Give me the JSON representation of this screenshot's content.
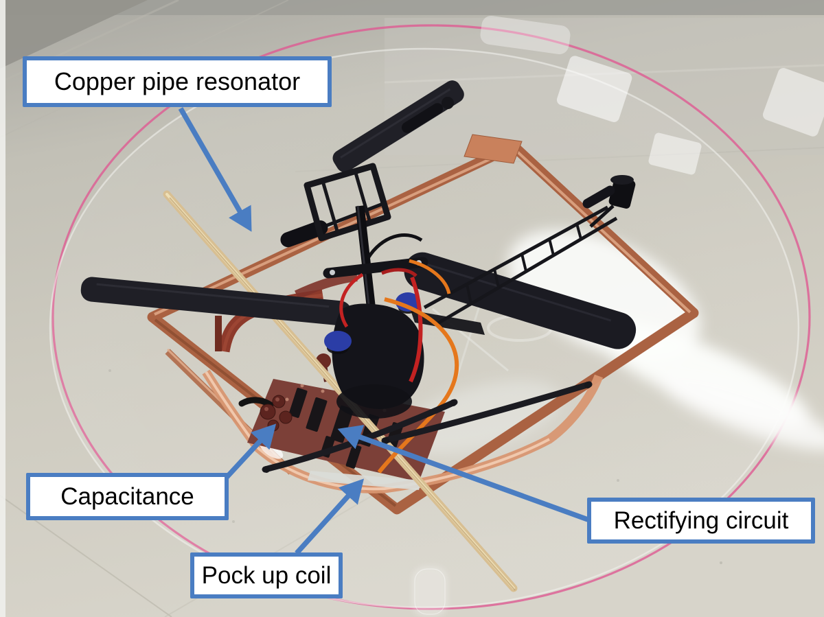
{
  "figure_labels": {
    "resonator": "Copper pipe resonator",
    "capacitance": "Capacitance",
    "pickup_coil": "Pock up coil",
    "rectifier": "Rectifying circuit"
  },
  "colors": {
    "annotation_blue": "#4a7dc2",
    "label_background": "#ffffff",
    "label_text": "#000000",
    "copper_tape": "#aa6242",
    "pink_marker_circle": "#df5a92"
  }
}
